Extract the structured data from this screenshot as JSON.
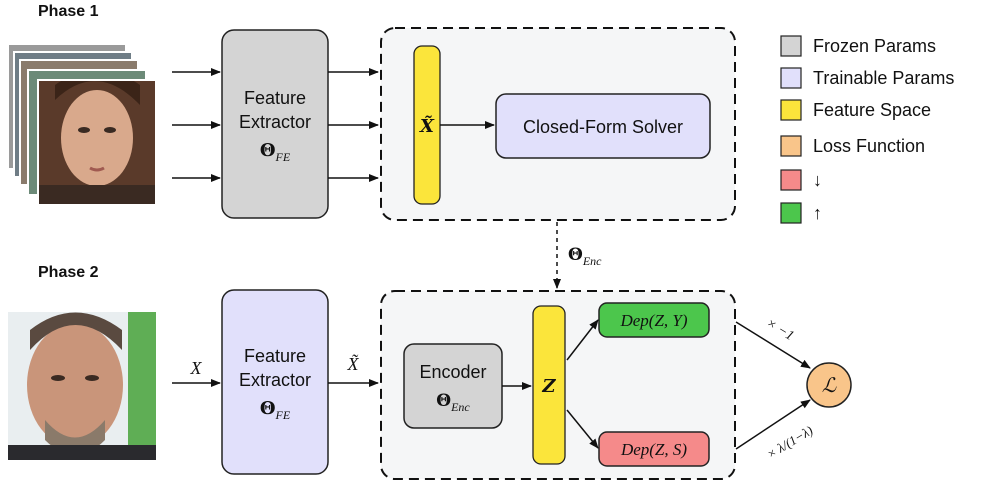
{
  "phase1": {
    "title": "Phase 1",
    "feature_extractor": {
      "line1": "Feature",
      "line2": "Extractor",
      "param": "Θ",
      "param_sub": "FE"
    },
    "feature_symbol": "X̃",
    "solver_label": "Closed-Form Solver"
  },
  "link": {
    "param": "Θ",
    "param_sub": "Enc"
  },
  "phase2": {
    "title": "Phase 2",
    "input_label": "X",
    "feature_extractor": {
      "line1": "Feature",
      "line2": "Extractor",
      "param": "Θ",
      "param_sub": "FE"
    },
    "extractor_output": "X̃",
    "encoder": {
      "label": "Encoder",
      "param": "Θ",
      "param_sub": "Enc"
    },
    "embedding_symbol": "Z",
    "dep_y": "Dep(Z, Y)",
    "dep_s": "Dep(Z, S)",
    "weight_top": "× −1",
    "weight_bottom": "× λ/(1−λ)",
    "loss_symbol": "ℒ"
  },
  "legend": {
    "items": [
      {
        "label": "Frozen Params",
        "color": "#d4d4d4"
      },
      {
        "label": "Trainable Params",
        "color": "#e1e0fb"
      },
      {
        "label": "Feature Space",
        "color": "#fbe53b"
      },
      {
        "label": "Loss Function",
        "color": "#f9c58a"
      },
      {
        "label": "↓",
        "color": "#f58a8a"
      },
      {
        "label": "↑",
        "color": "#4cc64c"
      }
    ]
  },
  "colors": {
    "frozen": "#d4d4d4",
    "trainable": "#e1e0fb",
    "feature": "#fbe53b",
    "loss": "#f9c58a",
    "decrease": "#f58a8a",
    "increase": "#4cc64c",
    "panel_bg": "#f5f6f7"
  },
  "icons": {
    "phase1_images": "face-photo-stack-icon",
    "phase2_image": "face-photo-icon"
  }
}
